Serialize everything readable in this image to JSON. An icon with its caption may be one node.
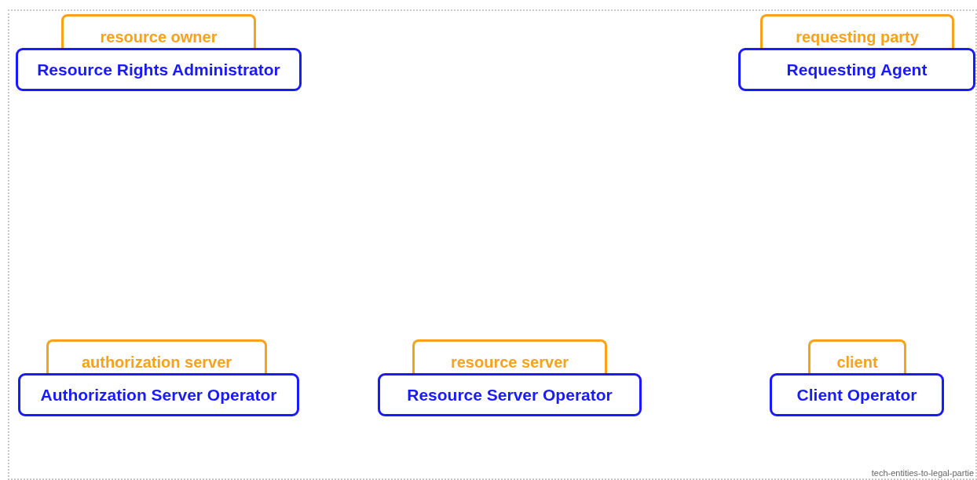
{
  "diagram": {
    "nodes": [
      {
        "text": [
          "resource owner",
          "Resource Rights Administrator"
        ]
      },
      {
        "text": [
          "requesting party",
          "Requesting Agent"
        ]
      },
      {
        "text": [
          "authorization server",
          "Authorization Server Operator"
        ]
      },
      {
        "text": [
          "resource server",
          "Resource Server Operator"
        ]
      },
      {
        "text": [
          "client",
          "Client Operator"
        ]
      }
    ],
    "edges": [],
    "labels": [
      "tech-entities-to-legal-partie"
    ]
  }
}
